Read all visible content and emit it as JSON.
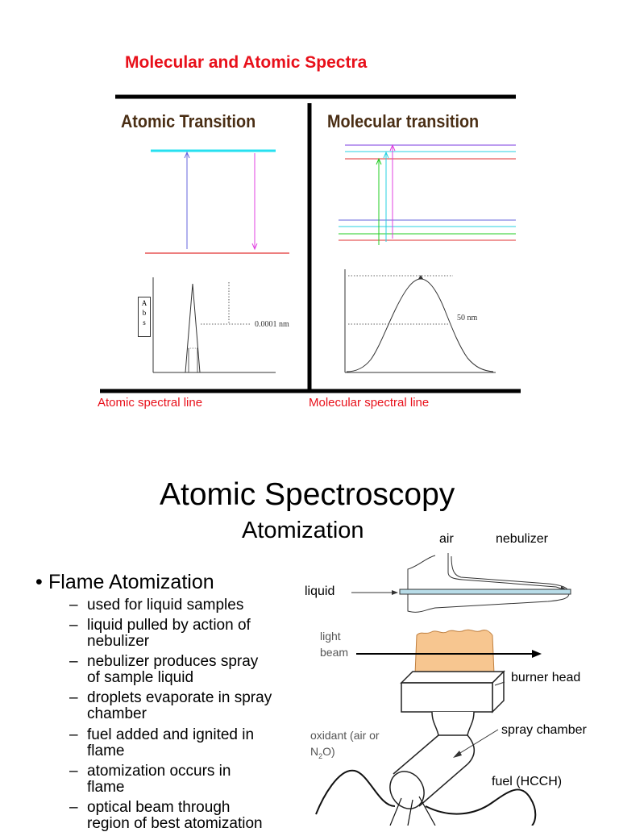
{
  "slide1": {
    "title": "Molecular and Atomic Spectra",
    "atomic_heading": "Atomic Transition",
    "molecular_heading": "Molecular transition",
    "abs_axis_letters": [
      "A",
      "b",
      "s"
    ],
    "atomic_width_label": "0.0001 nm",
    "molecular_width_label": "50 nm",
    "atomic_caption": "Atomic spectral line",
    "molecular_caption": "Molecular spectral line",
    "colors": {
      "title": "#e8101a",
      "heading": "#4a2e14",
      "caption": "#e8101a"
    }
  },
  "slide2": {
    "title": "Atomic Spectroscopy",
    "subtitle": "Atomization",
    "main_bullet": "Flame Atomization",
    "sub_bullets": [
      [
        "used for liquid samples"
      ],
      [
        "liquid pulled by action of",
        "nebulizer"
      ],
      [
        "nebulizer produces spray",
        "of sample liquid"
      ],
      [
        "droplets evaporate in spray",
        "chamber"
      ],
      [
        "fuel added and ignited in",
        "flame"
      ],
      [
        "atomization occurs in",
        "flame"
      ],
      [
        "optical beam through",
        "region of best atomization"
      ]
    ],
    "diagram": {
      "air": "air",
      "nebulizer": "nebulizer",
      "liquid": "liquid",
      "light_beam": [
        "light",
        "beam"
      ],
      "burner_head": "burner head",
      "oxidant_prefix": "oxidant (air or",
      "oxidant_n2o": [
        "N",
        "2",
        "O)"
      ],
      "spray_chamber": "spray chamber",
      "fuel": "fuel (HCCH)"
    }
  }
}
